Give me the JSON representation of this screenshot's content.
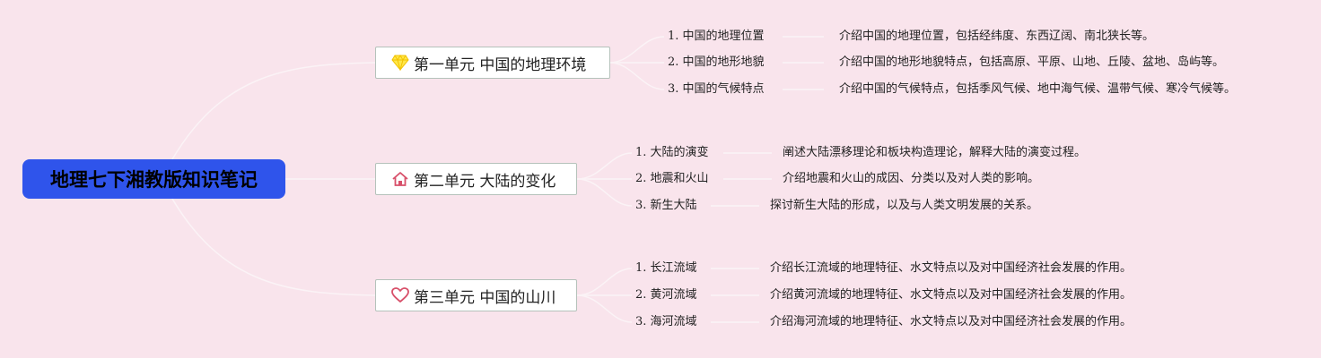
{
  "root": {
    "title": "地理七下湘教版知识笔记"
  },
  "units": [
    {
      "title": "第一单元 中国的地理环境",
      "icon": "gem-icon",
      "topics": [
        {
          "label": "1. 中国的地理位置",
          "desc": "介绍中国的地理位置，包括经纬度、东西辽阔、南北狭长等。"
        },
        {
          "label": "2. 中国的地形地貌",
          "desc": "介绍中国的地形地貌特点，包括高原、平原、山地、丘陵、盆地、岛屿等。"
        },
        {
          "label": "3. 中国的气候特点",
          "desc": "介绍中国的气候特点，包括季风气候、地中海气候、温带气候、寒冷气候等。"
        }
      ]
    },
    {
      "title": "第二单元 大陆的变化",
      "icon": "home-icon",
      "topics": [
        {
          "label": "1. 大陆的演变",
          "desc": "阐述大陆漂移理论和板块构造理论，解释大陆的演变过程。"
        },
        {
          "label": "2. 地震和火山",
          "desc": "介绍地震和火山的成因、分类以及对人类的影响。"
        },
        {
          "label": "3. 新生大陆",
          "desc": "探讨新生大陆的形成，以及与人类文明发展的关系。"
        }
      ]
    },
    {
      "title": "第三单元 中国的山川",
      "icon": "heart-icon",
      "topics": [
        {
          "label": "1. 长江流域",
          "desc": "介绍长江流域的地理特征、水文特点以及对中国经济社会发展的作用。"
        },
        {
          "label": "2. 黄河流域",
          "desc": "介绍黄河流域的地理特征、水文特点以及对中国经济社会发展的作用。"
        },
        {
          "label": "3. 海河流域",
          "desc": "介绍海河流域的地理特征、水文特点以及对中国经济社会发展的作用。"
        }
      ]
    }
  ]
}
